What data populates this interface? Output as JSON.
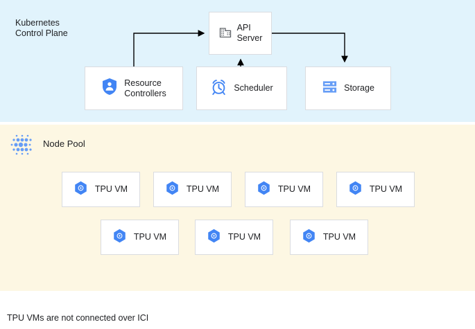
{
  "control_plane": {
    "title": "Kubernetes\nControl Plane",
    "background_color": "#e1f3fc",
    "boxes": [
      {
        "id": "api-server",
        "label": "API\nServer",
        "icon": "building-icon",
        "icon_color": "#5f6368"
      },
      {
        "id": "resource-controllers",
        "label": "Resource\nControllers",
        "icon": "shield-person-icon",
        "icon_color": "#4285f4"
      },
      {
        "id": "scheduler",
        "label": "Scheduler",
        "icon": "alarm-clock-icon",
        "icon_color": "#4285f4"
      },
      {
        "id": "storage",
        "label": "Storage",
        "icon": "server-rack-icon",
        "icon_color": "#669df6"
      }
    ],
    "connectors": [
      {
        "from": "resource-controllers",
        "to": "api-server",
        "style": "elbow-arrow"
      },
      {
        "from": "scheduler",
        "to": "api-server",
        "style": "straight-arrow-up"
      },
      {
        "from": "api-server",
        "to": "storage",
        "style": "elbow-arrow-down"
      }
    ]
  },
  "node_pool": {
    "title": "Node Pool",
    "icon": "dot-cluster-icon",
    "icon_color": "#669df6",
    "background_color": "#fdf7e3",
    "vms": [
      {
        "label": "TPU VM",
        "icon": "tpu-hexagon-icon"
      },
      {
        "label": "TPU VM",
        "icon": "tpu-hexagon-icon"
      },
      {
        "label": "TPU VM",
        "icon": "tpu-hexagon-icon"
      },
      {
        "label": "TPU VM",
        "icon": "tpu-hexagon-icon"
      },
      {
        "label": "TPU VM",
        "icon": "tpu-hexagon-icon"
      },
      {
        "label": "TPU VM",
        "icon": "tpu-hexagon-icon"
      },
      {
        "label": "TPU VM",
        "icon": "tpu-hexagon-icon"
      }
    ]
  },
  "footnote": "TPU VMs are not connected over ICI",
  "colors": {
    "accent_blue": "#4285f4",
    "light_blue": "#669df6",
    "text": "#202124",
    "border": "#dadce0",
    "connector": "#000000"
  }
}
